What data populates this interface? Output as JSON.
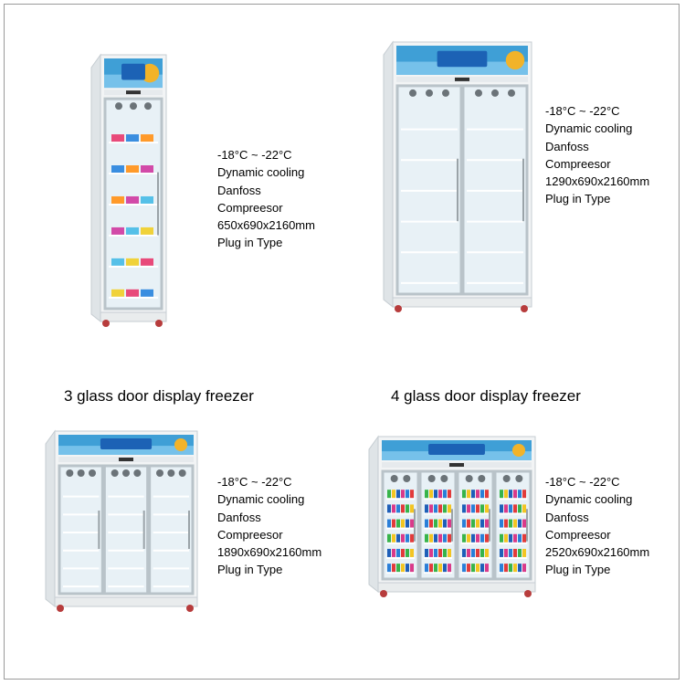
{
  "products": [
    {
      "doors": 1,
      "specs": [
        "-18°C ~ -22°C",
        "Dynamic cooling",
        "Danfoss",
        "Compreesor",
        "650x690x2160mm",
        "Plug in Type"
      ]
    },
    {
      "doors": 2,
      "specs": [
        "-18°C ~ -22°C",
        "Dynamic cooling",
        "Danfoss",
        "Compreesor",
        "1290x690x2160mm",
        "Plug in Type"
      ]
    },
    {
      "doors": 3,
      "caption": "3 glass door display freezer",
      "specs": [
        "-18°C ~ -22°C",
        "Dynamic cooling",
        "Danfoss",
        "Compreesor",
        "1890x690x2160mm",
        "Plug in Type"
      ]
    },
    {
      "doors": 4,
      "caption": "4 glass door display freezer",
      "specs": [
        "-18°C ~ -22°C",
        "Dynamic cooling",
        "Danfoss",
        "Compreesor",
        "2520x690x2160mm",
        "Plug in Type"
      ]
    }
  ],
  "colors": {
    "cabinet": "#f2f4f5",
    "banner": "#3f9fd6",
    "glass": "#e8f1f6",
    "frame": "#b9c3c9"
  }
}
